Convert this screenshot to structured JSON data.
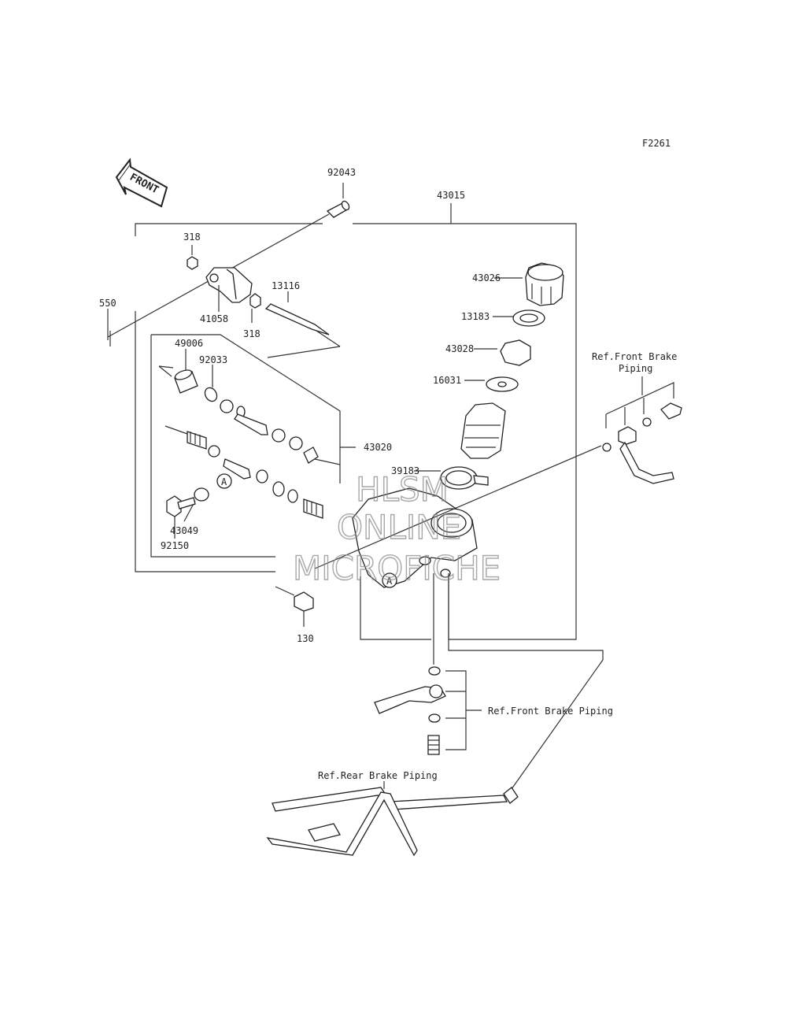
{
  "figure_code": "F2261",
  "front_arrow_text": "FRONT",
  "watermark": {
    "line1": "HLSM",
    "line2": "ONLINE",
    "line3": "MICROFICHE"
  },
  "parts": {
    "p92043": "92043",
    "p43015": "43015",
    "p318a": "318",
    "p318b": "318",
    "p41058": "41058",
    "p13116": "13116",
    "p550": "550",
    "p49006": "49006",
    "p92033": "92033",
    "p43020": "43020",
    "p43026": "43026",
    "p13183": "13183",
    "p43028": "43028",
    "p16031": "16031",
    "p39183": "39183",
    "p43049": "43049",
    "p92150": "92150",
    "p130": "130",
    "callout_a1": "A",
    "callout_a2": "A"
  },
  "references": {
    "front_brake_top_line1": "Ref.Front Brake",
    "front_brake_top_line2": "Piping",
    "front_brake_mid": "Ref.Front Brake Piping",
    "rear_brake": "Ref.Rear Brake Piping"
  }
}
